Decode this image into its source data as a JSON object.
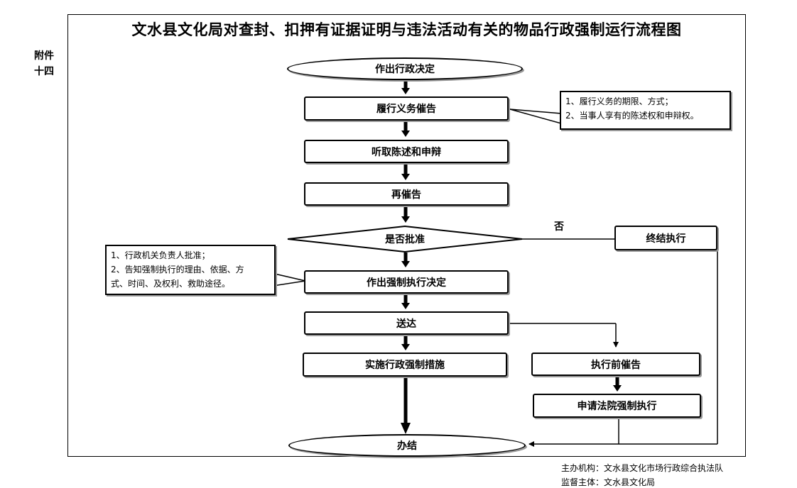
{
  "attachment": {
    "line1": "附件",
    "line2": "十四"
  },
  "title": "文水县文化局对查封、扣押有证据证明与违法活动有关的物品行政强制运行流程图",
  "nodes": {
    "make_decision": "作出行政决定",
    "fulfill_notice": "履行义务催告",
    "hear_statement": "听取陈述和申辩",
    "re_notice": "再催告",
    "approve_q": "是否批准",
    "terminate": "终结执行",
    "enforce_decision": "作出强制执行决定",
    "deliver": "送达",
    "implement": "实施行政强制措施",
    "pre_notice": "执行前催告",
    "court_apply": "申请法院强制执行",
    "close": "办结"
  },
  "branch_label_no": "否",
  "note_right": {
    "line1": "1、履行义务的期限、方式；",
    "line2": "2、当事人享有的陈述权和申辩权。"
  },
  "note_left": {
    "line1": "1、行政机关负责人批准；",
    "line2": "2、告知强制执行的理由、依据、方",
    "line3": "式、时间、及权利、救助途径。"
  },
  "footer": {
    "organizer": "主办机构：文水县文化市场行政综合执法队",
    "supervisor": "监督主体：文水县文化局"
  }
}
